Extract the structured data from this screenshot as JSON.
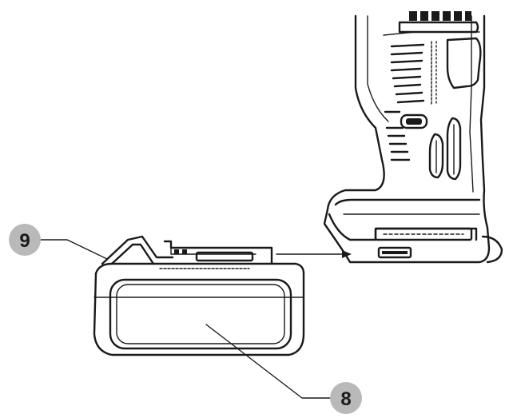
{
  "callouts": [
    {
      "label": "9",
      "fill": "#b9b9b9",
      "part": "battery-release-button"
    },
    {
      "label": "8",
      "fill": "#b9b9b9",
      "part": "battery-pack"
    }
  ],
  "colors": {
    "ink": "#1a1a1a",
    "background": "#ffffff",
    "callout_circle": "#b9b9b9"
  }
}
